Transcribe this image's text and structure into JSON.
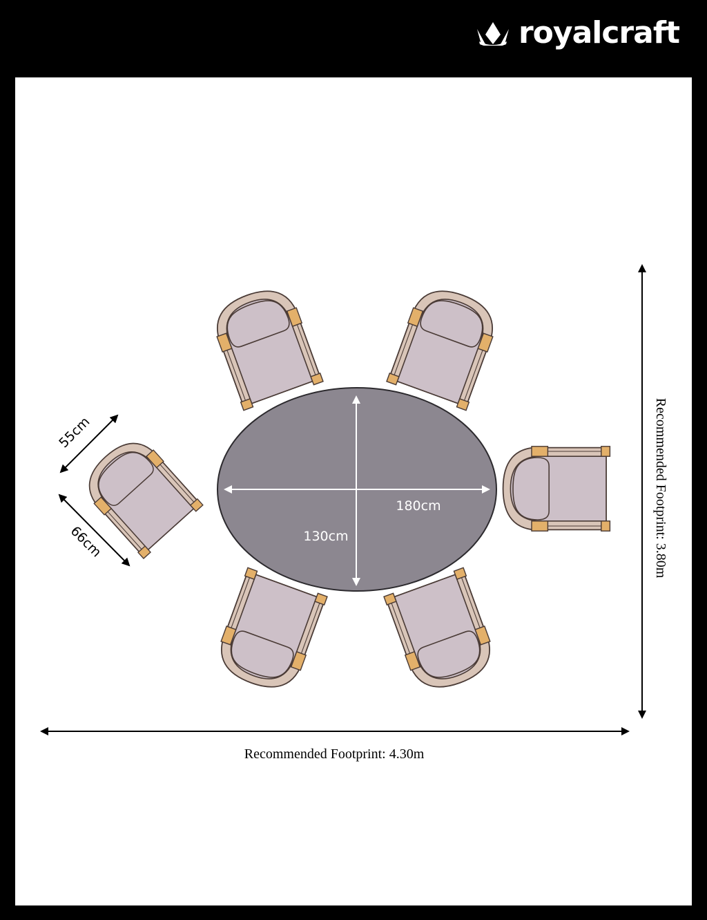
{
  "brand": {
    "name": "royalcraft",
    "logo_icon": "crown-icon",
    "color": "#ffffff"
  },
  "colors": {
    "frame": "#000000",
    "background": "#ffffff",
    "table_fill": "#8c8790",
    "chair_cushion": "#cdc0c8",
    "chair_frame": "#d9c5b8",
    "chair_arm": "#e3b06a"
  },
  "table": {
    "length_label": "180cm",
    "width_label": "130cm"
  },
  "chair": {
    "width_label": "55cm",
    "depth_label": "66cm"
  },
  "footprint": {
    "width_label": "Recommended Footprint: 4.30m",
    "depth_label": "Recommended Footprint: 3.80m"
  }
}
